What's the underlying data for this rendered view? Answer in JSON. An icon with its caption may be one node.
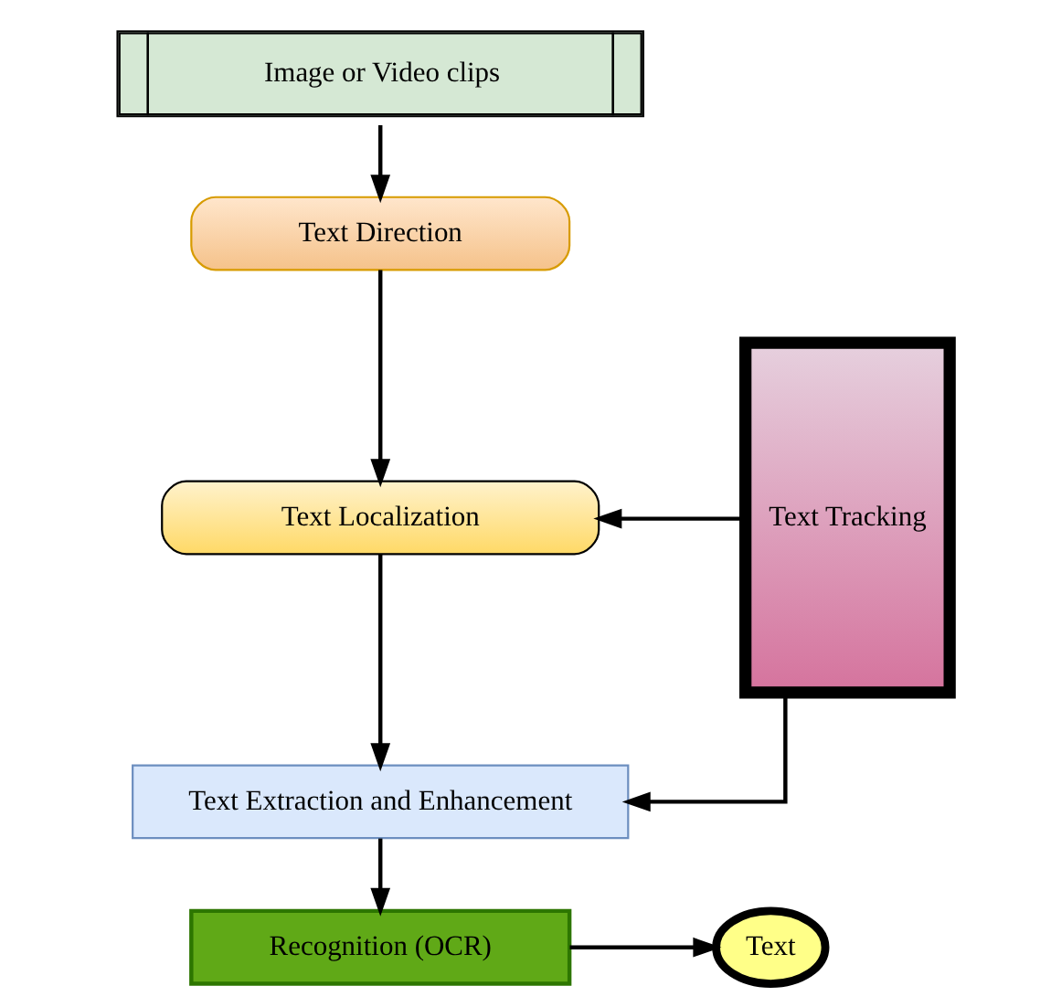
{
  "diagram": {
    "nodes": [
      {
        "text": [
          "Image or Video clips"
        ]
      },
      {
        "text": [
          "Text Direction"
        ]
      },
      {
        "text": [
          "Text Localization"
        ]
      },
      {
        "text": [
          "Text Extraction and Enhancement"
        ]
      },
      {
        "text": [
          "Recognition (OCR)"
        ]
      },
      {
        "text": [
          "Text"
        ]
      },
      {
        "text": [
          "Text Tracking"
        ]
      }
    ],
    "edges": [
      {
        "from": 0,
        "to": 1,
        "arrow": "to"
      },
      {
        "from": 1,
        "to": 2,
        "arrow": "to"
      },
      {
        "from": 2,
        "to": 3,
        "arrow": "to"
      },
      {
        "from": 3,
        "to": 4,
        "arrow": "to"
      },
      {
        "from": 4,
        "to": 5,
        "arrow": "to"
      },
      {
        "from": 6,
        "to": 2,
        "arrow": "to"
      },
      {
        "from": 6,
        "to": 3,
        "arrow": "to"
      }
    ]
  }
}
